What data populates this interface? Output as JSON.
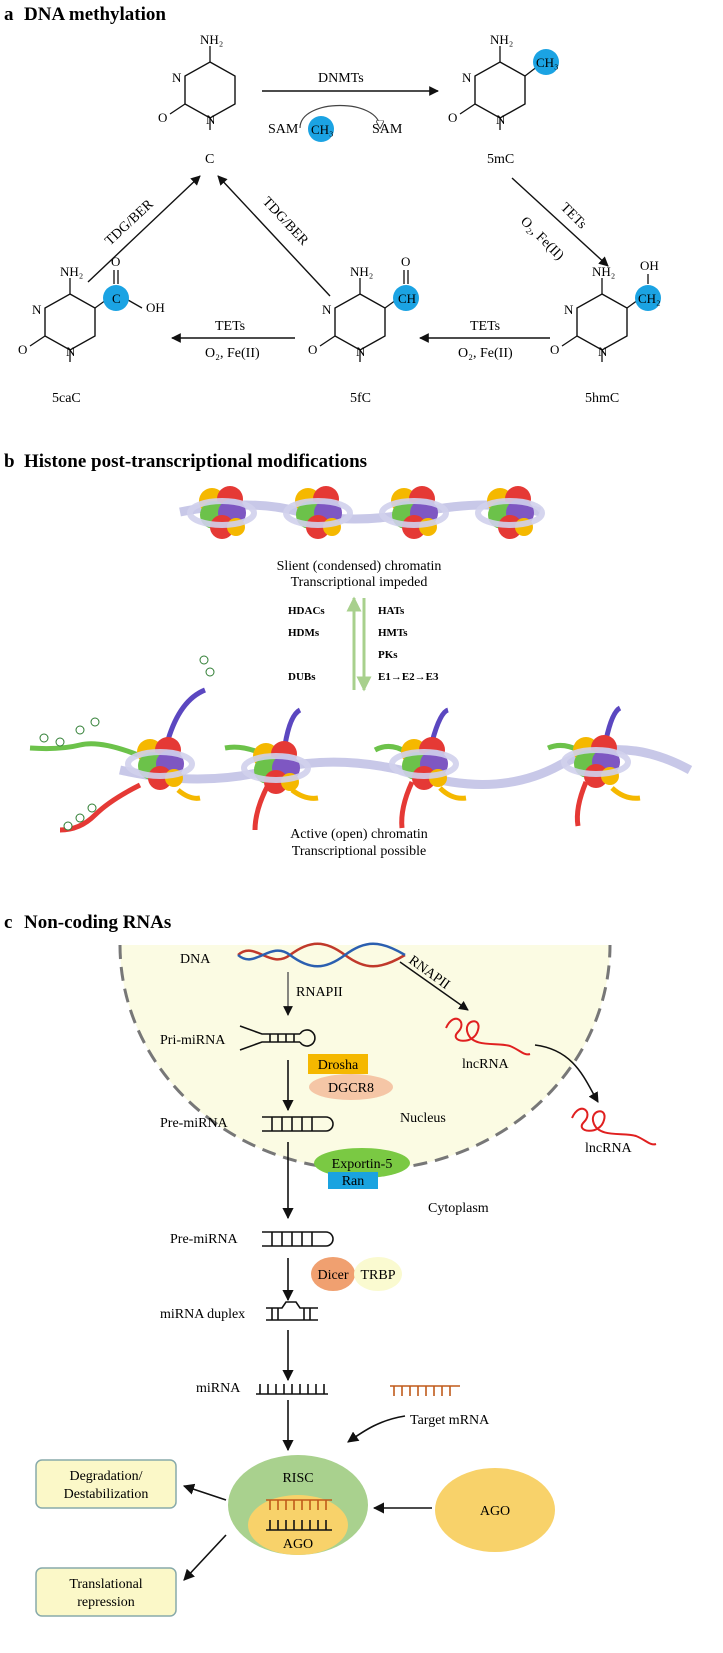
{
  "panel_a": {
    "letter": "a",
    "title": "DNA methylation",
    "compounds": {
      "C": "C",
      "5mC": "5mC",
      "5hmC": "5hmC",
      "5fC": "5fC",
      "5caC": "5caC"
    },
    "atoms": {
      "nh2": "NH₂",
      "n": "N",
      "o": "O",
      "ch3": "CH₃",
      "oh": "OH",
      "ch2": "CH₂",
      "ch": "CH",
      "c": "C"
    },
    "arrows": {
      "dnmts": "DNMTs",
      "sam_ch3_left": "SAM",
      "sam_ch3_group": "CH₃",
      "sam_right": "SAM",
      "tets_1": "TETs",
      "o2fe_1": "O₂, Fe(II)",
      "tets_2": "TETs",
      "o2fe_2": "O₂, Fe(II)",
      "tets_3": "TETs",
      "o2fe_3": "O₂, Fe(II)",
      "tdg_ber_1": "TDG/BER",
      "tdg_ber_2": "TDG/BER"
    },
    "colors": {
      "highlight": "#1ba3e3"
    }
  },
  "panel_b": {
    "letter": "b",
    "title": "Histone post-transcriptional modifications",
    "condensed_line1": "Slient (condensed) chromatin",
    "condensed_line2": "Transcriptional impeded",
    "open_line1": "Active (open) chromatin",
    "open_line2": "Transcriptional possible",
    "left_enzymes": [
      "HDACs",
      "HDMs",
      "DUBs"
    ],
    "right_enzymes": [
      "HATs",
      "HMTs",
      "PKs",
      "E1→E2→E3"
    ],
    "colors": {
      "arrow": "#a8d08d",
      "dna": "#c8c8e8"
    }
  },
  "panel_c": {
    "letter": "c",
    "title": "Non-coding RNAs",
    "labels": {
      "dna": "DNA",
      "rnapii_1": "RNAPII",
      "rnapii_2": "RNAPII",
      "pri_mirna": "Pri-miRNA",
      "drosha": "Drosha",
      "dgcr8": "DGCR8",
      "nucleus": "Nucleus",
      "pre_mirna_1": "Pre-miRNA",
      "exportin": "Exportin-5",
      "ran": "Ran",
      "cytoplasm": "Cytoplasm",
      "pre_mirna_2": "Pre-miRNA",
      "dicer": "Dicer",
      "trbp": "TRBP",
      "mirna_duplex": "miRNA duplex",
      "mirna": "miRNA",
      "target_mrna": "Target mRNA",
      "lncrna_1": "lncRNA",
      "lncrna_2": "lncRNA",
      "risc": "RISC",
      "ago_inner": "AGO",
      "ago_outer": "AGO",
      "degradation_line1": "Degradation/",
      "degradation_line2": "Destabilization",
      "translational_line1": "Translational",
      "translational_line2": "repression"
    },
    "colors": {
      "nucleus_fill": "#fbfbe3",
      "drosha": "#f5b800",
      "dgcr8": "#f5c6a6",
      "exportin": "#7ac943",
      "ran": "#1aa3e0",
      "dicer": "#f0a070",
      "trbp": "#fafad0",
      "risc": "#a9d18e",
      "ago": "#f8d26a",
      "box_fill": "#fbf8c8",
      "lncrna": "#e02020",
      "mrna": "#c05a1a"
    }
  }
}
